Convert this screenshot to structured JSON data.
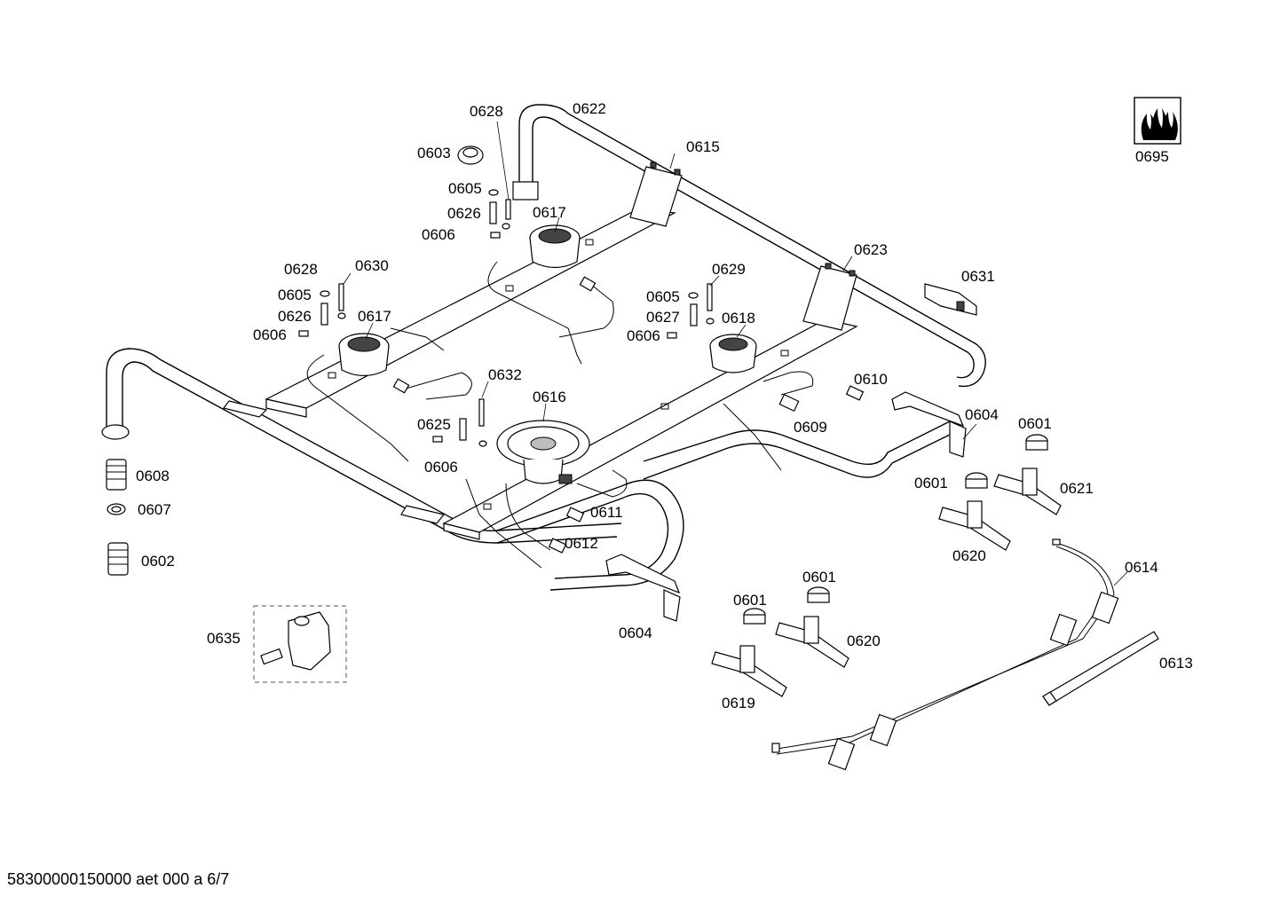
{
  "footer": {
    "code": "58300000150000 aet 000 a 6/7"
  },
  "labels": {
    "l0628a": "0628",
    "l0622": "0622",
    "l0603": "0603",
    "l0615": "0615",
    "l0605a": "0605",
    "l0626a": "0626",
    "l0617a": "0617",
    "l0606a": "0606",
    "l0623": "0623",
    "l0628b": "0628",
    "l0630": "0630",
    "l0605b": "0605",
    "l0626b": "0626",
    "l0617b": "0617",
    "l0606b": "0606",
    "l0631": "0631",
    "l0629": "0629",
    "l0605c": "0605",
    "l0627": "0627",
    "l0618": "0618",
    "l0606c": "0606",
    "l0610": "0610",
    "l0632": "0632",
    "l0616": "0616",
    "l0625": "0625",
    "l0606d": "0606",
    "l0609": "0609",
    "l0604a": "0604",
    "l0601a": "0601",
    "l0608": "0608",
    "l0607": "0607",
    "l0601b": "0601",
    "l0621": "0621",
    "l0611": "0611",
    "l0612": "0612",
    "l0620a": "0620",
    "l0602": "0602",
    "l0614": "0614",
    "l0601c": "0601",
    "l0601d": "0601",
    "l0604b": "0604",
    "l0620b": "0620",
    "l0635": "0635",
    "l0613": "0613",
    "l0619": "0619",
    "l0695": "0695"
  },
  "icons": {
    "logo": "gas-flames-icon"
  }
}
